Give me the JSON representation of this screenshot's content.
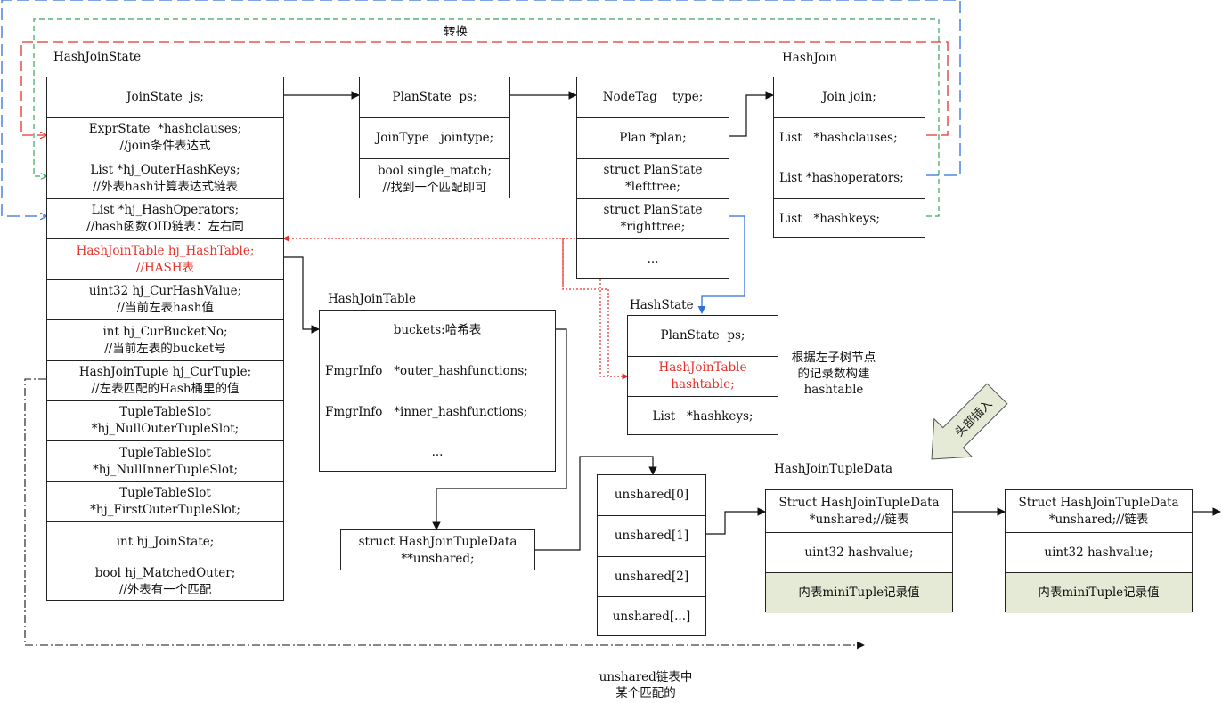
{
  "top_label": "转换",
  "hjs": {
    "title": "HashJoinState",
    "rows": [
      "JoinState  js;",
      "ExprState  *hashclauses;\n//join条件表达式",
      "List *hj_OuterHashKeys;\n//外表hash计算表达式链表",
      "List *hj_HashOperators;\n//hash函数OID链表：左右同",
      "HashJoinTable hj_HashTable;\n//HASH表",
      "uint32 hj_CurHashValue;\n//当前左表hash值",
      "int hj_CurBucketNo;\n//当前左表的bucket号",
      "HashJoinTuple hj_CurTuple;\n//左表匹配的Hash桶里的值",
      "TupleTableSlot\n*hj_NullOuterTupleSlot;",
      "TupleTableSlot\n*hj_NullInnerTupleSlot;",
      "TupleTableSlot\n*hj_FirstOuterTupleSlot;",
      "int hj_JoinState;",
      "bool hj_MatchedOuter;\n//外表有一个匹配"
    ]
  },
  "planstate": {
    "rows": [
      "PlanState  ps;",
      "JoinType   jointype;",
      "bool single_match;\n//找到一个匹配即可"
    ]
  },
  "plan": {
    "rows": [
      "NodeTag    type;",
      "Plan *plan;",
      "struct PlanState\n*lefttree;",
      "struct PlanState\n*righttree;",
      "..."
    ]
  },
  "hashjoin": {
    "title": "HashJoin",
    "rows": [
      "Join join;",
      "List   *hashclauses;",
      "List *hashoperators;",
      "List   *hashkeys;"
    ]
  },
  "hjt": {
    "title": "HashJoinTable",
    "rows": [
      "buckets:哈希表",
      "FmgrInfo   *outer_hashfunctions;",
      "FmgrInfo   *inner_hashfunctions;",
      "..."
    ]
  },
  "hashstate": {
    "title": "HashState",
    "rows": [
      "PlanState  ps;",
      "HashJoinTable\nhashtable;",
      "List   *hashkeys;"
    ]
  },
  "hashstate_note": "根据左子树节点\n的记录数构建\nhashtable",
  "unshared_ptr": {
    "rows": [
      "struct HashJoinTupleData\n**unshared;"
    ]
  },
  "unshared_arr": {
    "rows": [
      "unshared[0]",
      "unshared[1]",
      "unshared[2]",
      "unshared[...]"
    ]
  },
  "tuple1": {
    "title": "HashJoinTupleData",
    "rows": [
      "Struct HashJoinTupleData\n*unshared;//链表",
      "uint32 hashvalue;",
      "内表miniTuple记录值"
    ]
  },
  "tuple2": {
    "rows": [
      "Struct HashJoinTupleData\n*unshared;//链表",
      "uint32 hashvalue;",
      "内表miniTuple记录值"
    ]
  },
  "insert_label": "头部插入",
  "bottom_note": "unshared链表中\n某个匹配的",
  "colors": {
    "red": "#e8302a",
    "blue": "#2f6fdc",
    "green": "#3aa35a",
    "shade": "#e5ead6"
  }
}
